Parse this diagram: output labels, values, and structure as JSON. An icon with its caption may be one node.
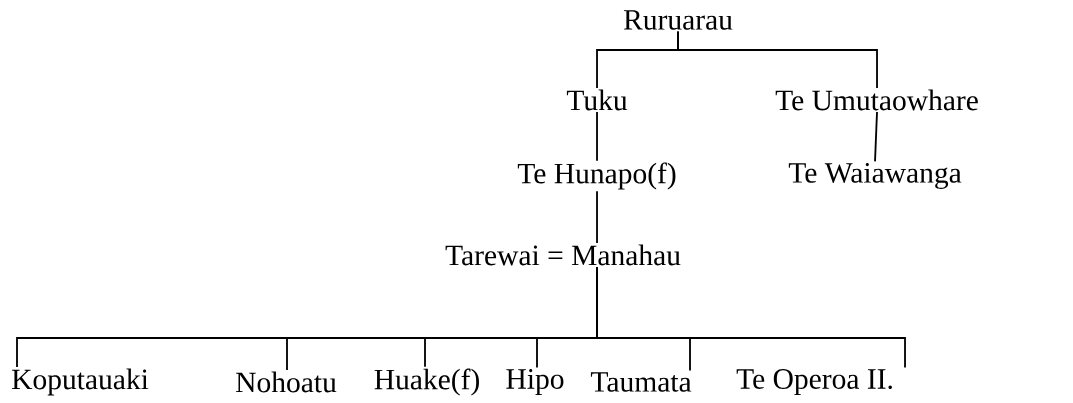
{
  "diagram": {
    "nodes": [
      {
        "text": [
          "Ruruarau"
        ]
      },
      {
        "text": [
          "Tuku"
        ]
      },
      {
        "text": [
          "Te Umutaowhare"
        ]
      },
      {
        "text": [
          "Te Hunapo(f)"
        ]
      },
      {
        "text": [
          "Te Waiawanga"
        ]
      },
      {
        "text": [
          "Tarewai = Manahau"
        ]
      },
      {
        "text": [
          "Koputauaki"
        ]
      },
      {
        "text": [
          "Nohoatu"
        ]
      },
      {
        "text": [
          "Huake(f)"
        ]
      },
      {
        "text": [
          "Hipo"
        ]
      },
      {
        "text": [
          "Taumata"
        ]
      },
      {
        "text": [
          "Te Operoa II."
        ]
      }
    ],
    "edges": [
      {
        "from": 0,
        "to": 1,
        "arrow": "none"
      },
      {
        "from": 0,
        "to": 2,
        "arrow": "none"
      },
      {
        "from": 1,
        "to": 3,
        "arrow": "none"
      },
      {
        "from": 2,
        "to": 4,
        "arrow": "none"
      },
      {
        "from": 3,
        "to": 5,
        "arrow": "none"
      },
      {
        "from": 5,
        "to": 6,
        "arrow": "none"
      },
      {
        "from": 5,
        "to": 7,
        "arrow": "none"
      },
      {
        "from": 5,
        "to": 8,
        "arrow": "none"
      },
      {
        "from": 5,
        "to": 9,
        "arrow": "none"
      },
      {
        "from": 5,
        "to": 10,
        "arrow": "none"
      },
      {
        "from": 5,
        "to": 11,
        "arrow": "none"
      }
    ]
  }
}
